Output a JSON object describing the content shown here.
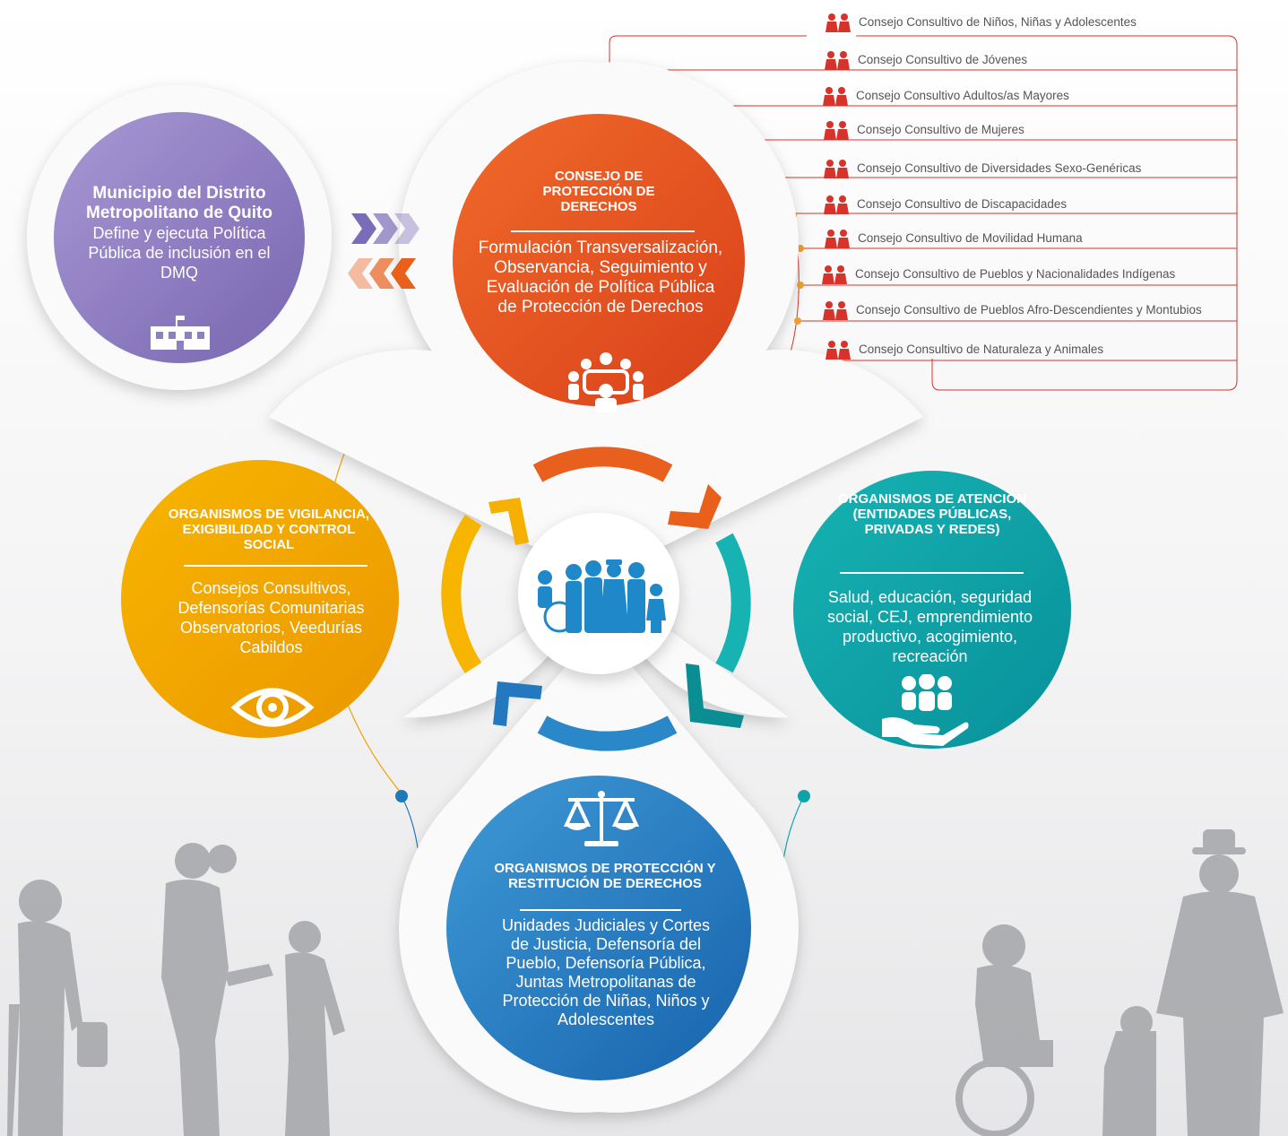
{
  "colors": {
    "municipio": "#8f7fbf",
    "consejo": "#e5531f",
    "vigilancia": "#f2a100",
    "atencion": "#0ea3a8",
    "proteccion": "#2479be",
    "consejos_line": "#d8332b",
    "silhouette": "#9a9c9f"
  },
  "municipio": {
    "title": "Municipio del Distrito Metropolitano de Quito",
    "body": "Define y ejecuta Política Pública de inclusión en el DMQ",
    "icon": "building-icon"
  },
  "consejo_proteccion": {
    "title": "CONSEJO DE PROTECCIÓN DE DERECHOS",
    "body": "Formulación Transversalización, Observancia, Seguimiento y Evaluación de Política Pública de Protección de Derechos",
    "icon": "meeting-table-icon"
  },
  "vigilancia": {
    "title": "ORGANISMOS DE VIGILANCIA, EXIGIBILIDAD Y CONTROL SOCIAL",
    "body": "Consejos Consultivos, Defensorías Comunitarias Observatorios, Veedurías Cabildos",
    "icon": "eye-icon"
  },
  "atencion": {
    "title": "ORGANISMOS DE ATENCIÓN (ENTIDADES PÚBLICAS, PRIVADAS Y REDES)",
    "body": "Salud, educación, seguridad social, CEJ, emprendimiento productivo, acogimiento, recreación",
    "icon": "hand-people-icon"
  },
  "proteccion_restitucion": {
    "title": "ORGANISMOS DE PROTECCIÓN Y RESTITUCIÓN DE DERECHOS",
    "body": "Unidades Judiciales y Cortes de Justicia, Defensoría del Pueblo, Defensoría Pública, Juntas Metropolitanas de Protección de Niñas, Niños y Adolescentes",
    "icon": "scales-icon"
  },
  "center": {
    "icon": "diverse-people-icon"
  },
  "consejos_consultivos": [
    {
      "label": "Consejo Consultivo de Niños, Niñas y Adolescentes",
      "icon": "children-icon"
    },
    {
      "label": "Consejo Consultivo de Jóvenes",
      "icon": "youth-icon"
    },
    {
      "label": "Consejo Consultivo Adultos/as Mayores",
      "icon": "elderly-icon"
    },
    {
      "label": "Consejo Consultivo de Mujeres",
      "icon": "woman-icon"
    },
    {
      "label": "Consejo Consultivo de Diversidades Sexo-Genéricas",
      "icon": "gender-symbols-icon"
    },
    {
      "label": "Consejo Consultivo de Discapacidades",
      "icon": "wheelchair-icon"
    },
    {
      "label": "Consejo Consultivo de Movilidad Humana",
      "icon": "family-icon"
    },
    {
      "label": "Consejo Consultivo de Pueblos y Nacionalidades Indígenas",
      "icon": "indigenous-emblem-icon"
    },
    {
      "label": "Consejo Consultivo de Pueblos Afro-Descendientes y Montubios",
      "icon": "afro-emblem-icon"
    },
    {
      "label": "Consejo Consultivo de Naturaleza y Animales",
      "icon": "tree-animal-icon"
    }
  ]
}
